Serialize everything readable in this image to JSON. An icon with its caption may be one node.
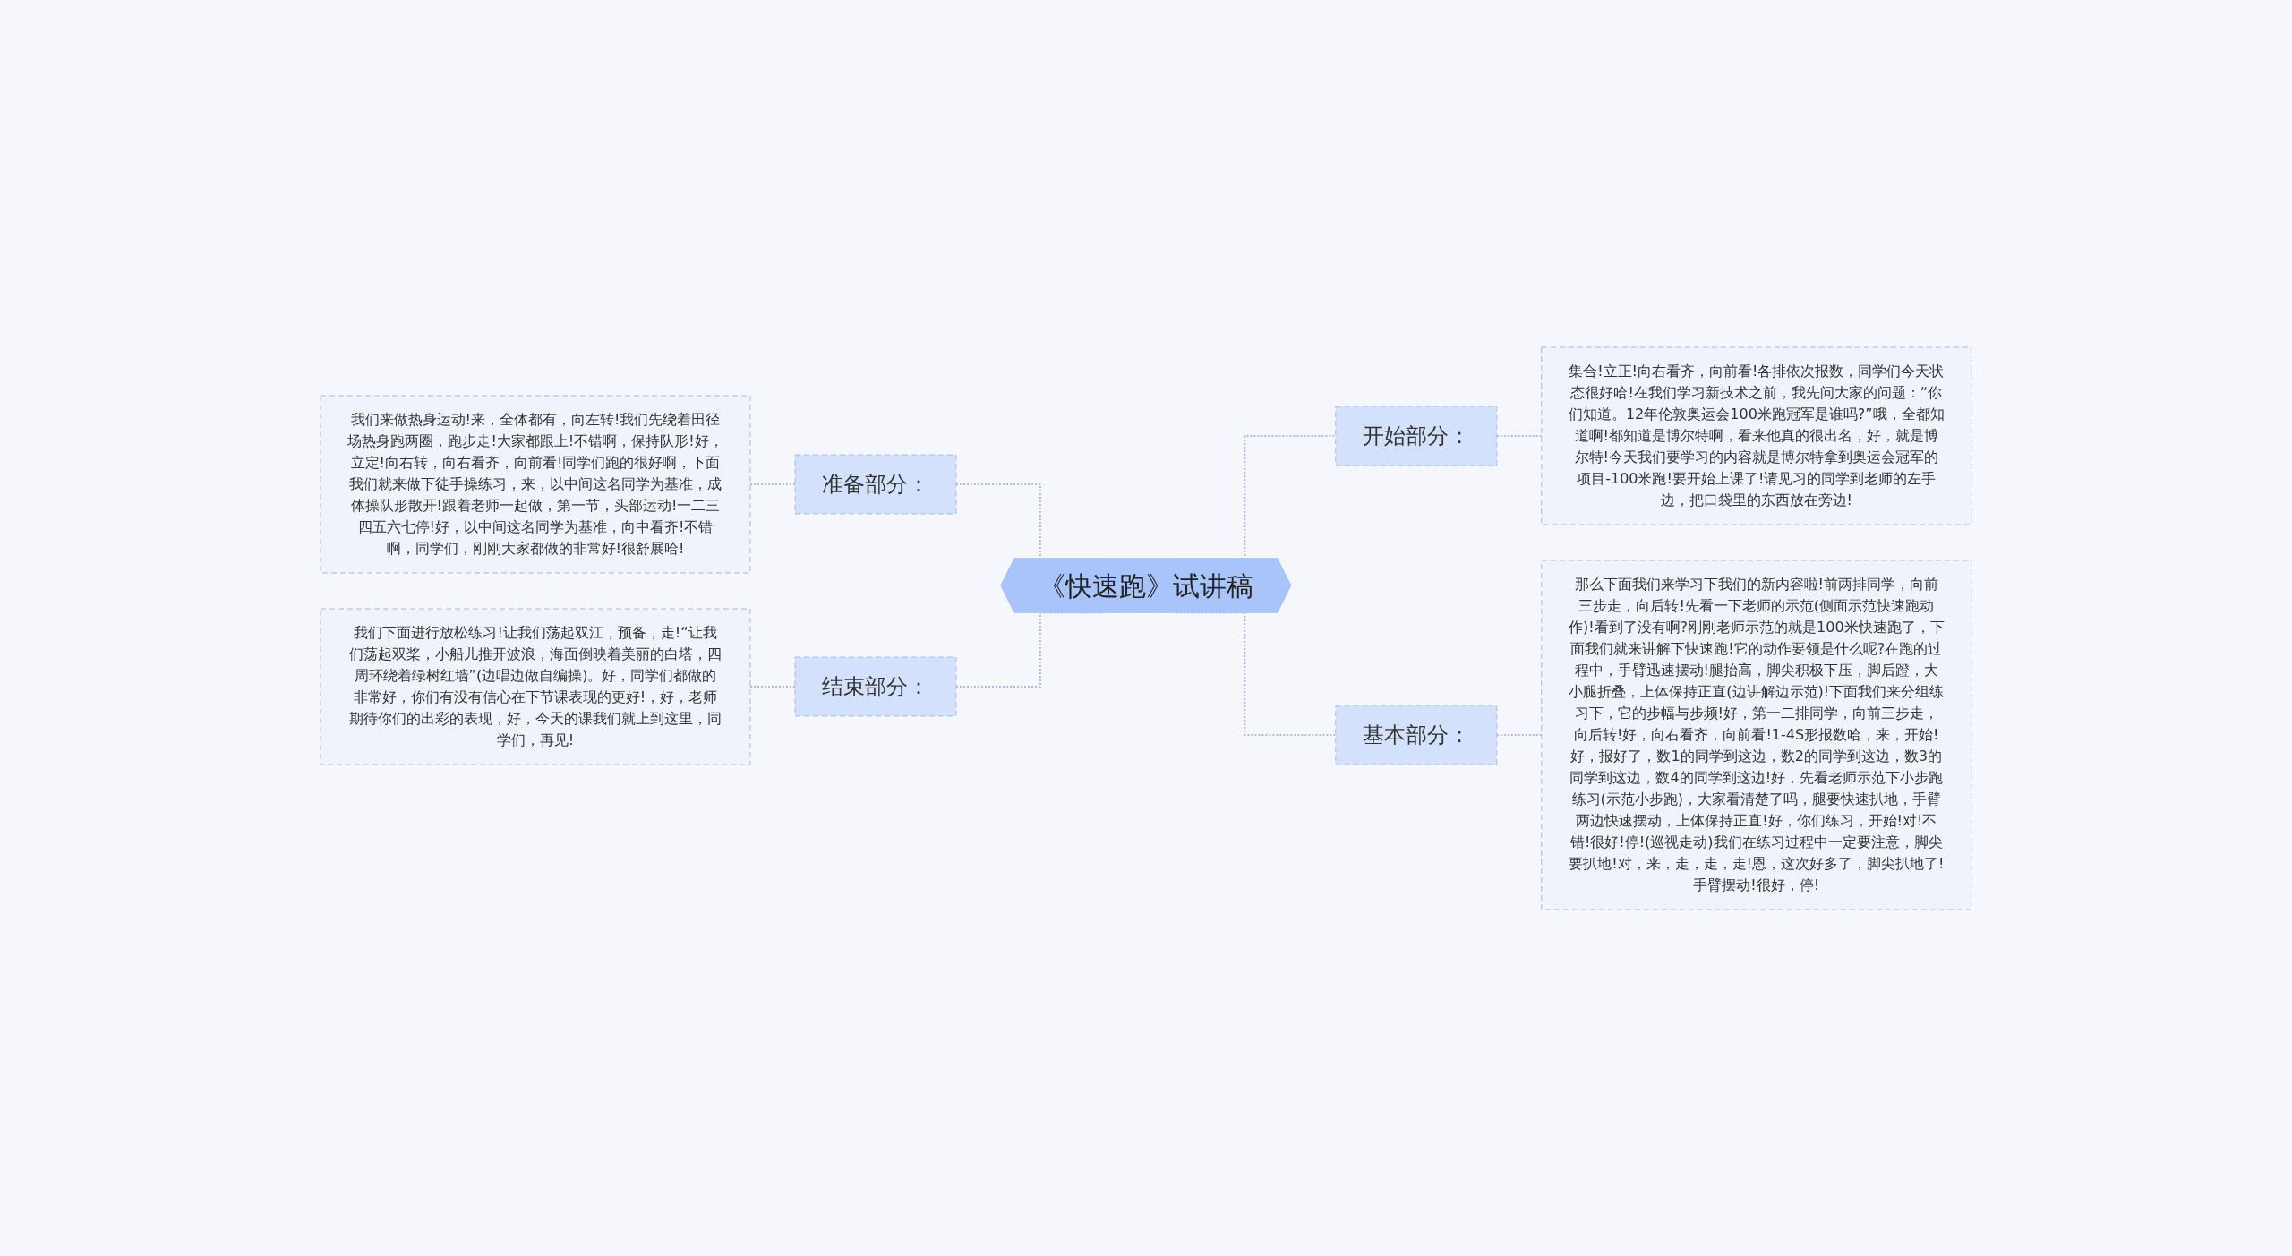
{
  "diagram": {
    "nodes": [
      {
        "text": [
          "《快速跑》试讲稿"
        ]
      },
      {
        "text": [
          "准备部分："
        ]
      },
      {
        "text": [
          "我们来做热身运动!来，全体都有，向左转!我们先绕着田径场热身跑两圈，跑步走!大家都跟上!不错啊，保持队形!好，立定!向右转，向右看齐，向前看!同学们跑的很好啊，下面我们就来做下徒手操练习，来，以中间这名同学为基准，成体操队形散开!跟着老师一起做，第一节，头部运动!一二三四五六七停!好，以中间这名同学为基准，向中看齐!不错啊，同学们，刚刚大家都做的非常好!很舒展哈!"
        ]
      },
      {
        "text": [
          "结束部分："
        ]
      },
      {
        "text": [
          "我们下面进行放松练习!让我们荡起双江，预备，走!“让我们荡起双桨，小船儿推开波浪，海面倒映着美丽的白塔，四周环绕着绿树红墙”(边唱边做自编操)。好，同学们都做的非常好，你们有没有信心在下节课表现的更好!，好，老师期待你们的出彩的表现，好，今天的课我们就上到这里，同学们，再见!"
        ]
      },
      {
        "text": [
          "开始部分："
        ]
      },
      {
        "text": [
          "集合!立正!向右看齐，向前看!各排依次报数，同学们今天状态很好哈!在我们学习新技术之前，我先问大家的问题：“你们知道。12年伦敦奥运会100米跑冠军是谁吗?”哦，全都知道啊!都知道是博尔特啊，看来他真的很出名，好，就是博尔特!今天我们要学习的内容就是博尔特拿到奥运会冠军的项目-100米跑!要开始上课了!请见习的同学到老师的左手边，把口袋里的东西放在旁边!"
        ]
      },
      {
        "text": [
          "基本部分："
        ]
      },
      {
        "text": [
          "那么下面我们来学习下我们的新内容啦!前两排同学，向前三步走，向后转!先看一下老师的示范(侧面示范快速跑动作)!看到了没有啊?刚刚老师示范的就是100米快速跑了，下面我们就来讲解下快速跑!它的动作要领是什么呢?在跑的过程中，手臂迅速摆动!腿抬高，脚尖积极下压，脚后蹬，大小腿折叠，上体保持正直(边讲解边示范)!下面我们来分组练习下，它的步幅与步频!好，第一二排同学，向前三步走，向后转!好，向右看齐，向前看!1-4S形报数哈，来，开始!好，报好了，数1的同学到这边，数2的同学到这边，数3的同学到这边，数4的同学到这边!好，先看老师示范下小步跑练习(示范小步跑)，大家看清楚了吗，腿要快速扒地，手臂两边快速摆动，上体保持正直!好，你们练习，开始!对!不错!很好!停!(巡视走动)我们在练习过程中一定要注意，脚尖要扒地!对，来，走，走，走!恩，这次好多了，脚尖扒地了!手臂摆动!很好，停!"
        ]
      }
    ],
    "edges": [
      {
        "from": 2,
        "to": 1,
        "arrow": "none",
        "style": "dashed"
      },
      {
        "from": 1,
        "to": 0,
        "arrow": "none",
        "style": "dashed"
      },
      {
        "from": 4,
        "to": 3,
        "arrow": "none",
        "style": "dashed"
      },
      {
        "from": 3,
        "to": 0,
        "arrow": "none",
        "style": "dashed"
      },
      {
        "from": 0,
        "to": 5,
        "arrow": "none",
        "style": "dashed"
      },
      {
        "from": 5,
        "to": 6,
        "arrow": "none",
        "style": "dashed"
      },
      {
        "from": 0,
        "to": 7,
        "arrow": "none",
        "style": "dashed"
      },
      {
        "from": 7,
        "to": 8,
        "arrow": "none",
        "style": "dashed"
      }
    ]
  }
}
